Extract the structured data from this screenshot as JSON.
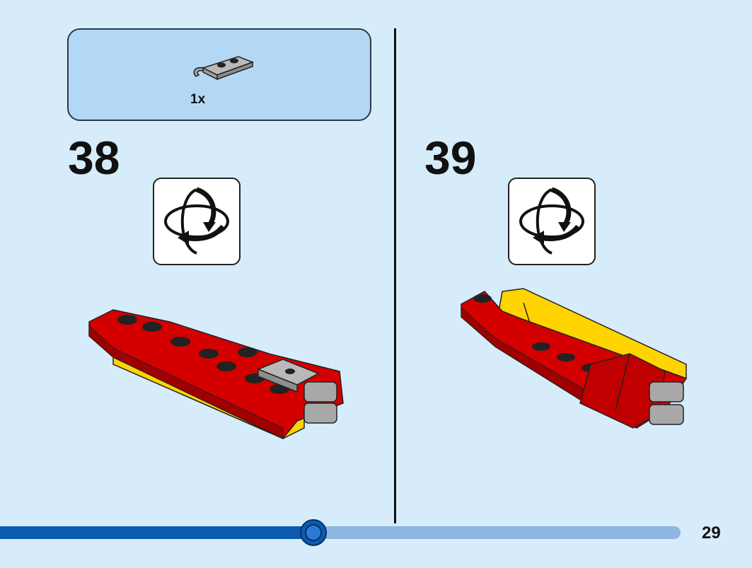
{
  "parts_list": {
    "items": [
      {
        "part": "gray-clip-plate-icon",
        "quantity": "1x"
      }
    ]
  },
  "steps": [
    {
      "number": "38",
      "rotate_icon": "rotate-model-icon"
    },
    {
      "number": "39",
      "rotate_icon": "rotate-model-icon"
    }
  ],
  "progress": {
    "fraction": 0.46
  },
  "page_number": "29",
  "colors": {
    "background": "#d6ecfb",
    "parts_box": "#b3d8f6",
    "brick_red": "#d40000",
    "brick_yellow": "#ffd400",
    "brick_gray": "#a8a8a8",
    "progress_fill": "#0b5bb3",
    "progress_track": "#8fb5e3"
  }
}
